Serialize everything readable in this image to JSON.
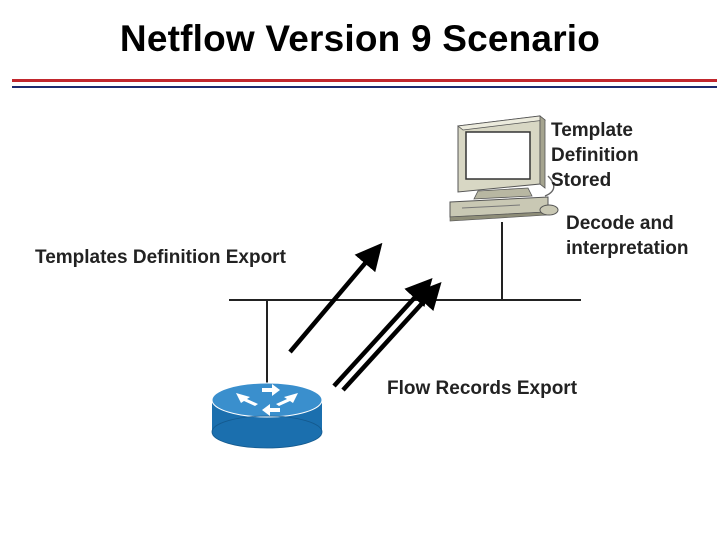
{
  "slide": {
    "title": "Netflow Version 9 Scenario"
  },
  "diagram": {
    "labels": {
      "templates_export": "Templates Definition Export",
      "template_stored": "Template\nDefinition\nStored",
      "decode": "Decode and\ninterpretation",
      "flow_export": "Flow Records Export"
    },
    "nodes": {
      "collector": "computer-icon",
      "exporter": "router-icon"
    },
    "colors": {
      "title_rule_red": "#c1272d",
      "title_rule_blue": "#1c2a6e",
      "router": "#1a73b8",
      "computer": "#c9c8b4"
    }
  }
}
